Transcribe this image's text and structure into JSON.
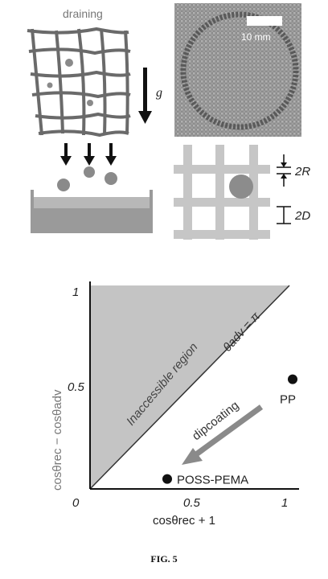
{
  "panel_a": {
    "draining_label": "draining",
    "gravity_label": "g"
  },
  "panel_b": {
    "scale_bar_label": "10 mm",
    "r_label": "2R",
    "d_label": "2D"
  },
  "chart_data": {
    "type": "scatter",
    "xlabel": "cosθrec + 1",
    "ylabel": "cosθrec − cosθadv",
    "xlim": [
      0,
      1
    ],
    "ylim": [
      0,
      1
    ],
    "x_ticks": [
      "0.5",
      "1"
    ],
    "y_ticks": [
      "0.5",
      "1"
    ],
    "origin_label": "0",
    "region_label": "Inaccessible region",
    "boundary_label": "θadv = π",
    "arrow_label": "dipcoating",
    "points": [
      {
        "label": "PP",
        "x": 1.05,
        "y": 0.55
      },
      {
        "label": "POSS-PEMA",
        "x": 0.4,
        "y": 0.05
      }
    ]
  },
  "caption": "FIG. 5"
}
